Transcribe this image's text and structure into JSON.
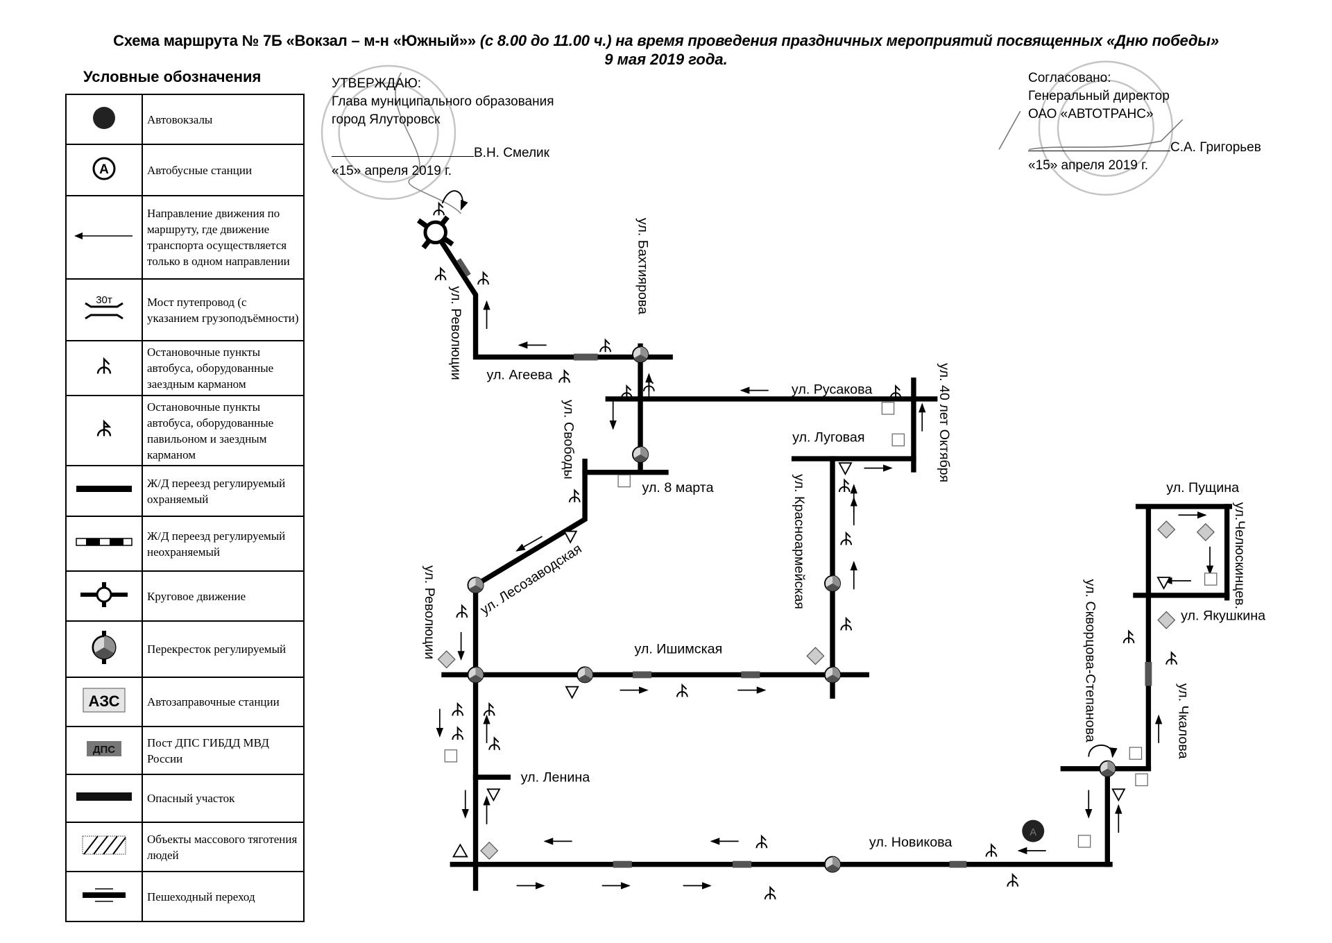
{
  "title": {
    "line1_bold": "Схема маршрута № 7Б «Вокзал – м-н «Южный»»",
    "line1_italic": " (с 8.00 до 11.00 ч.) на время проведения праздничных  мероприятий посвященных «Дню победы»",
    "line2": "9 мая 2019 года."
  },
  "legend": {
    "title": "Условные обозначения",
    "items": [
      {
        "icon": "bus-terminal-icon",
        "label": "Автовокзалы"
      },
      {
        "icon": "bus-station-icon",
        "label": "Автобусные станции"
      },
      {
        "icon": "one-way-arrow-icon",
        "label": "Направление движения по маршруту, где движение транспорта осуществляется только в одном направлении"
      },
      {
        "icon": "bridge-icon",
        "label": "Мост путепровод (с указанием грузоподъёмности)",
        "icon_text": "30т"
      },
      {
        "icon": "bus-stop-pocket-icon",
        "label": "Остановочные пункты автобуса, оборудованные заездным карманом"
      },
      {
        "icon": "bus-stop-pavilion-icon",
        "label": "Остановочные пункты автобуса, оборудованные павильоном и заездным карманом"
      },
      {
        "icon": "guarded-crossing-icon",
        "label": "Ж/Д переезд регулируемый охраняемый"
      },
      {
        "icon": "unguarded-crossing-icon",
        "label": "Ж/Д переезд регулируемый неохраняемый"
      },
      {
        "icon": "roundabout-icon",
        "label": "Круговое движение"
      },
      {
        "icon": "regulated-intersection-icon",
        "label": "Перекресток регулируемый"
      },
      {
        "icon": "gas-station-icon",
        "label": "Автозаправочные станции",
        "icon_text": "АЗС"
      },
      {
        "icon": "police-post-icon",
        "label": "Пост ДПС ГИБДД МВД России",
        "icon_text": "ДПС"
      },
      {
        "icon": "dangerous-section-icon",
        "label": "Опасный участок"
      },
      {
        "icon": "crowd-object-icon",
        "label": "Объекты массового тяготения людей"
      },
      {
        "icon": "crosswalk-icon",
        "label": "Пешеходный переход"
      }
    ]
  },
  "approval_left": {
    "heading": "УТВЕРЖДАЮ:",
    "position": "Глава муниципального образования",
    "org": "город Ялуторовск",
    "name": "В.Н. Смелик",
    "date": "«15» апреля 2019 г."
  },
  "approval_right": {
    "heading": "Согласовано:",
    "position": "Генеральный директор",
    "org": "ОАО «АВТОТРАНС»",
    "name": "С.А. Григорьев",
    "date": "«15» апреля 2019 г."
  },
  "streets": {
    "revolyutsii_n": "ул. Революции",
    "ageeva": "ул. Агеева",
    "bakhtiyarova": "ул. Бахтиярова",
    "rusakova": "ул. Русакова",
    "oktyabrya": "ул. 40 лет Октября",
    "lugovaya": "ул. Луговая",
    "svobody": "ул. Свободы",
    "marta": "ул. 8 марта",
    "lesozavodskaya": "ул. Лесозаводская",
    "krasnoarmeyskaya": "ул. Красноармейская",
    "revolyutsii_s": "ул. Революции",
    "ishimskaya": "ул. Ишимская",
    "lenina": "ул. Ленина",
    "novikova": "ул. Новикова",
    "skvortsova": "ул. Скворцова-Степанова",
    "pushchina": "ул. Пущина",
    "chelyuskintsev": "ул.Челюскинцев.",
    "yakushkina": "ул. Якушкина",
    "chkalova": "ул. Чкалова"
  },
  "colors": {
    "road": "#000000",
    "stamp": "#b8b8b8",
    "intersection_light": "#d8d8d8",
    "intersection_dark": "#707070"
  }
}
